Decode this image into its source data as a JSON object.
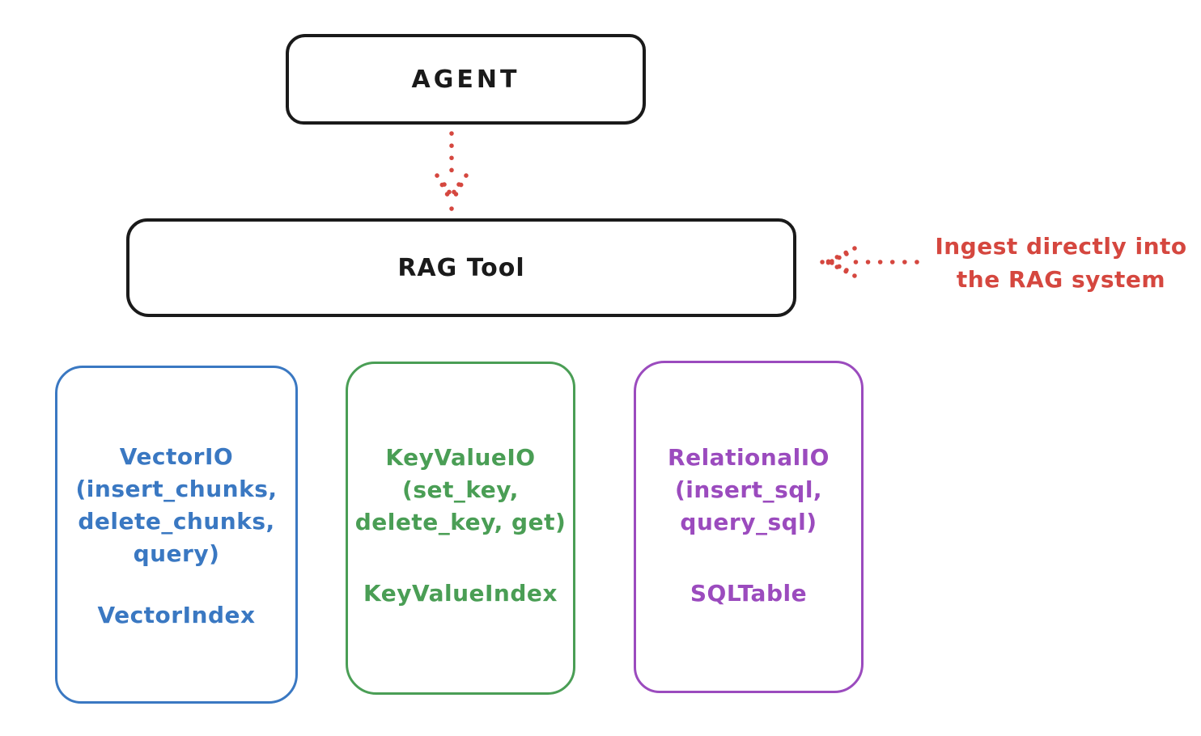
{
  "colors": {
    "stroke_black": "#1a1a1a",
    "accent_red": "#d5473f",
    "vector_blue": "#3a78c2",
    "keyvalue_green": "#4a9e55",
    "relational_purple": "#9b4bbe",
    "background": "#ffffff"
  },
  "agent_box": {
    "label": "AGENT"
  },
  "rag_tool_box": {
    "label": "RAG Tool"
  },
  "arrows": {
    "agent_to_rag": "dotted-down-arrow",
    "annotation_to_rag": "dotted-left-arrow"
  },
  "annotation": {
    "line1": "Ingest directly into",
    "line2": "the RAG system"
  },
  "backends": [
    {
      "id": "vector-io",
      "color": "#3a78c2",
      "lines": [
        "VectorIO",
        "(insert_chunks,",
        "delete_chunks,",
        "query)"
      ],
      "index_label": "VectorIndex"
    },
    {
      "id": "keyvalue-io",
      "color": "#4a9e55",
      "lines": [
        "KeyValueIO",
        "(set_key,",
        "delete_key, get)"
      ],
      "index_label": "KeyValueIndex"
    },
    {
      "id": "relational-io",
      "color": "#9b4bbe",
      "lines": [
        "RelationalIO",
        "(insert_sql,",
        "query_sql)"
      ],
      "index_label": "SQLTable"
    }
  ]
}
